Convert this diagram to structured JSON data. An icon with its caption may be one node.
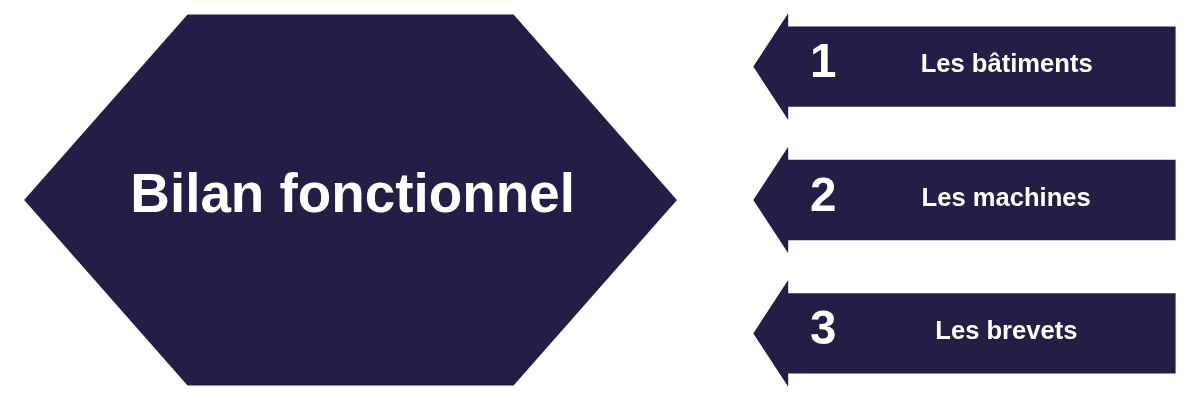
{
  "diagram": {
    "nodes": [
      {
        "text": [
          "Bilan fonctionnel"
        ]
      },
      {
        "text": [
          "1",
          "Les bâtiments"
        ]
      },
      {
        "text": [
          "2",
          "Les machines"
        ]
      },
      {
        "text": [
          "3",
          "Les brevets"
        ]
      }
    ],
    "edges": []
  }
}
